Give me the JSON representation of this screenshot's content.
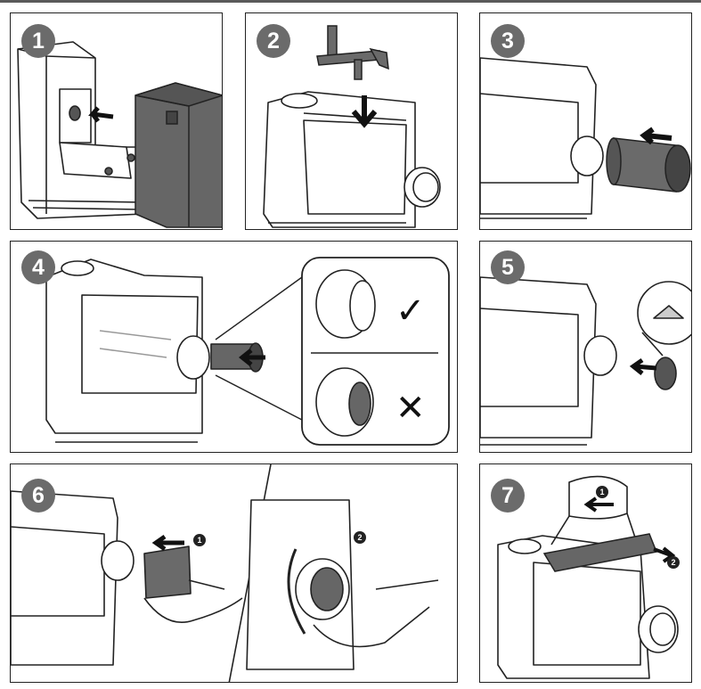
{
  "steps": [
    {
      "number": "1"
    },
    {
      "number": "2"
    },
    {
      "number": "3"
    },
    {
      "number": "4"
    },
    {
      "number": "5"
    },
    {
      "number": "6"
    },
    {
      "number": "7"
    }
  ],
  "step6_substeps": [
    "1",
    "2"
  ],
  "step7_substeps": [
    "1",
    "2"
  ],
  "step4_marks": {
    "correct": "✓",
    "incorrect": "✕"
  },
  "colors": {
    "badge": "#6b6b6b",
    "part_dark": "#5f5f5f",
    "outline": "#222222"
  }
}
